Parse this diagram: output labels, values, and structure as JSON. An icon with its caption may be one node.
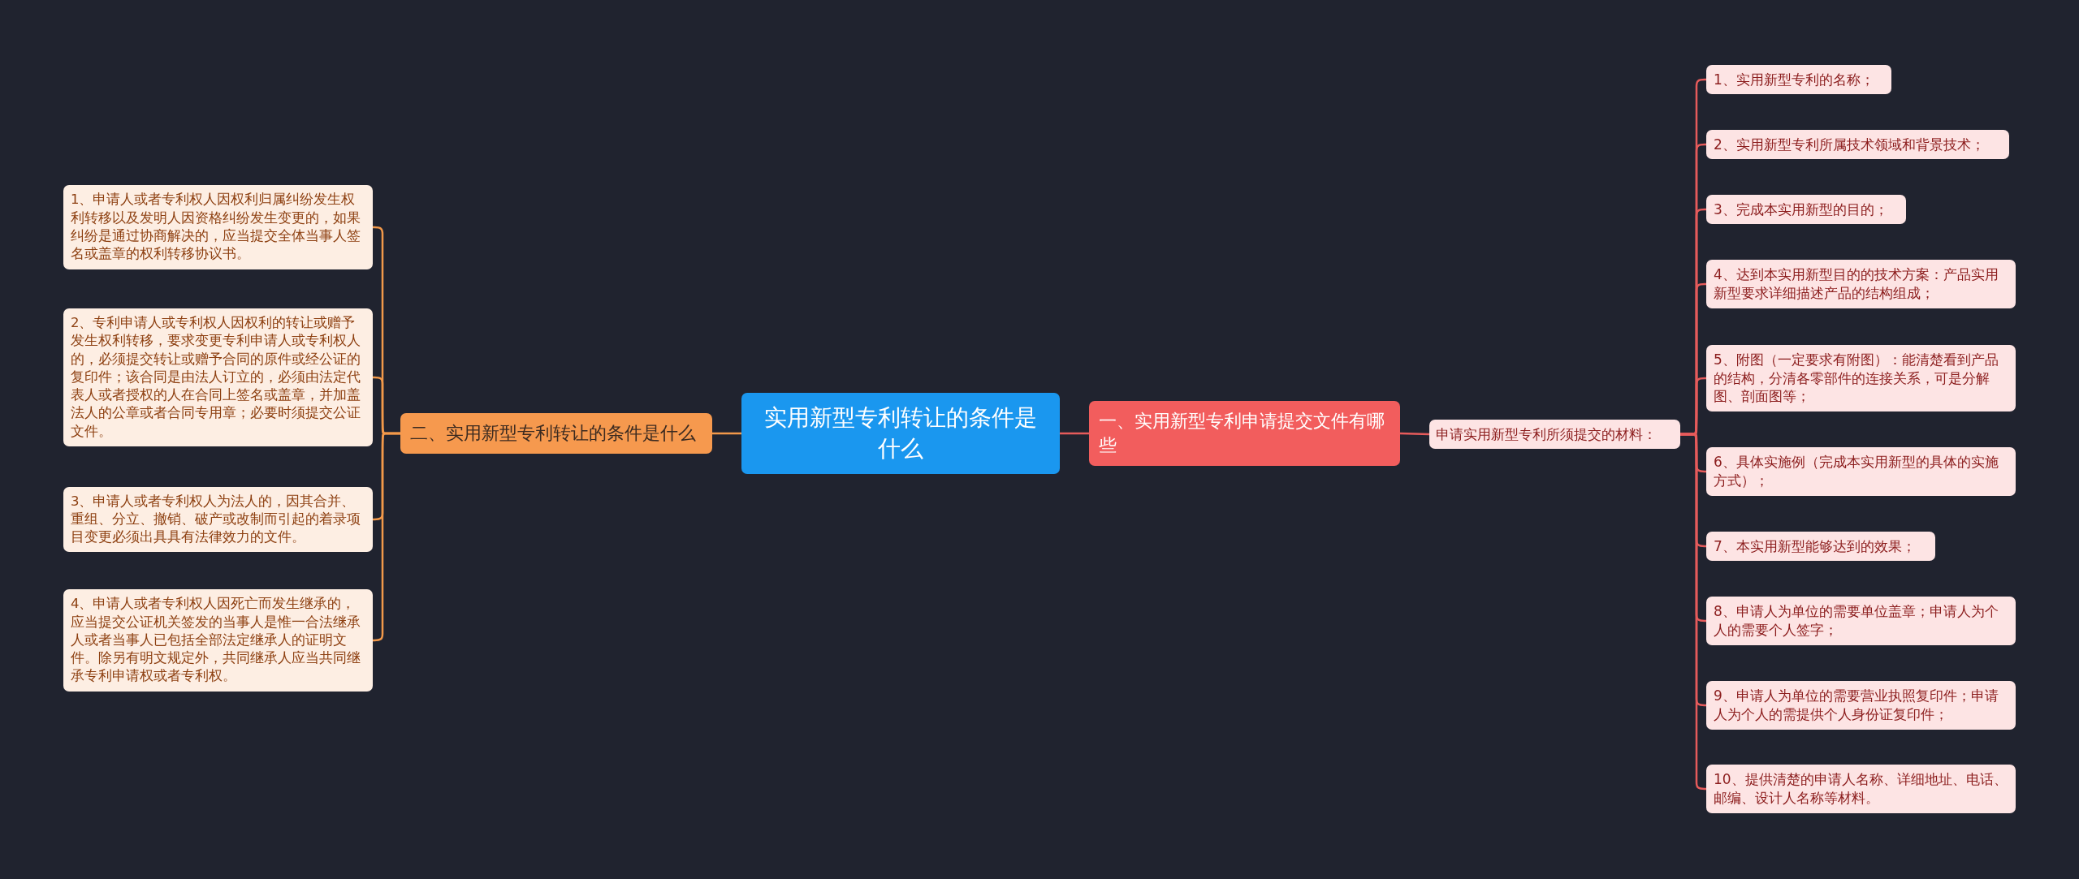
{
  "diagram": {
    "nodes": [
      {
        "text": [
          "实用新型专利转让的条件是什么"
        ]
      },
      {
        "text": [
          "二、实用新型专利转让的条件是什么"
        ]
      },
      {
        "text": [
          "1、申请人或者专利权人因权利归属纠纷发生权利转移以及发明人因资格纠纷发生变更的，如果纠纷是通过协商解决的，应当提交全体当事人签名或盖章的权利转移协议书。"
        ]
      },
      {
        "text": [
          "2、专利申请人或专利权人因权利的转让或赠予发生权利转移，要求变更专利申请人或专利权人的，必须提交转让或赠予合同的原件或经公证的复印件；该合同是由法人订立的，必须由法定代表人或者授权的人在合同上签名或盖章，并加盖法人的公章或者合同专用章；必要时须提交公证文件。"
        ]
      },
      {
        "text": [
          "3、申请人或者专利权人为法人的，因其合并、重组、分立、撤销、破产或改制而引起的着录项目变更必须出具具有法律效力的文件。"
        ]
      },
      {
        "text": [
          "4、申请人或者专利权人因死亡而发生继承的，应当提交公证机关签发的当事人是惟一合法继承人或者当事人已包括全部法定继承人的证明文件。除另有明文规定外，共同继承人应当共同继承专利申请权或者专利权。"
        ]
      },
      {
        "text": [
          "一、实用新型专利申请提交文件有哪些"
        ]
      },
      {
        "text": [
          "申请实用新型专利所须提交的材料："
        ]
      },
      {
        "text": [
          "1、实用新型专利的名称；"
        ]
      },
      {
        "text": [
          "2、实用新型专利所属技术领域和背景技术；"
        ]
      },
      {
        "text": [
          "3、完成本实用新型的目的；"
        ]
      },
      {
        "text": [
          "4、达到本实用新型目的的技术方案：产品实用新型要求详细描述产品的结构组成；"
        ]
      },
      {
        "text": [
          "5、附图（一定要求有附图）：能清楚看到产品的结构，分清各零部件的连接关系，可是分解图、剖面图等；"
        ]
      },
      {
        "text": [
          "6、具体实施例（完成本实用新型的具体的实施方式）；"
        ]
      },
      {
        "text": [
          "7、本实用新型能够达到的效果；"
        ]
      },
      {
        "text": [
          "8、申请人为单位的需要单位盖章；申请人为个人的需要个人签字；"
        ]
      },
      {
        "text": [
          "9、申请人为单位的需要营业执照复印件；申请人为个人的需提供个人身份证复印件；"
        ]
      },
      {
        "text": [
          "10、提供清楚的申请人名称、详细地址、电话、邮编、设计人名称等材料。"
        ]
      }
    ],
    "edges": [
      {
        "from": 0,
        "to": 1,
        "arrow": "none",
        "color": "#f2994a"
      },
      {
        "from": 1,
        "to": 2,
        "arrow": "none",
        "color": "#f2994a"
      },
      {
        "from": 1,
        "to": 3,
        "arrow": "none",
        "color": "#f2994a"
      },
      {
        "from": 1,
        "to": 4,
        "arrow": "none",
        "color": "#f2994a"
      },
      {
        "from": 1,
        "to": 5,
        "arrow": "none",
        "color": "#f2994a"
      },
      {
        "from": 0,
        "to": 6,
        "arrow": "none"
      },
      {
        "from": 6,
        "to": 7,
        "arrow": "none"
      },
      {
        "from": 7,
        "to": 8,
        "arrow": "none"
      },
      {
        "from": 7,
        "to": 9,
        "arrow": "none"
      },
      {
        "from": 7,
        "to": 10,
        "arrow": "none"
      },
      {
        "from": 7,
        "to": 11,
        "arrow": "none"
      },
      {
        "from": 7,
        "to": 12,
        "arrow": "none"
      },
      {
        "from": 7,
        "to": 13,
        "arrow": "none"
      },
      {
        "from": 7,
        "to": 14,
        "arrow": "none"
      },
      {
        "from": 7,
        "to": 15,
        "arrow": "none"
      },
      {
        "from": 7,
        "to": 16,
        "arrow": "none"
      },
      {
        "from": 7,
        "to": 17,
        "arrow": "none"
      }
    ]
  }
}
